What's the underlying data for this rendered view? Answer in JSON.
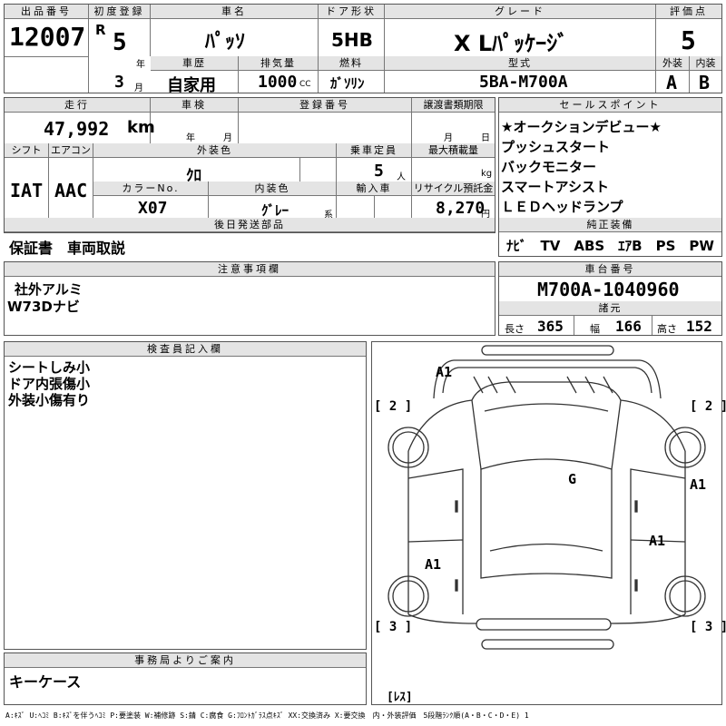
{
  "labels": {
    "lot_no": "出品番号",
    "first_reg": "初度登録",
    "car_name": "車名",
    "door": "ドア形状",
    "grade": "グレード",
    "score": "評価点",
    "year_unit": "年",
    "month_unit": "月",
    "history": "車歴",
    "displacement": "排気量",
    "fuel": "燃料",
    "model_code": "型式",
    "exterior": "外装",
    "interior": "内装",
    "mileage": "走行",
    "inspection": "車検",
    "reg_no": "登録番号",
    "transfer_doc": "譲渡書類期限",
    "sales_points": "セールスポイント",
    "shift": "シフト",
    "aircon": "エアコン",
    "ext_color": "外装色",
    "capacity": "乗車定員",
    "max_load": "最大積載量",
    "color_no": "カラーNo.",
    "int_color": "内装色",
    "import": "輸入車",
    "recycle": "リサイクル預託金",
    "later_parts": "後日発送部品",
    "genuine": "純正装備",
    "notes": "注意事項欄",
    "chassis_no": "車台番号",
    "specs": "諸元",
    "inspector": "検査員記入欄",
    "office": "事務局よりご案内",
    "length": "長さ",
    "width": "幅",
    "height": "高さ",
    "km_unit": "km",
    "cc_unit": "CC",
    "person_unit": "人",
    "kg_unit": "kg",
    "yen_unit": "円",
    "kei": "系",
    "insp_year": "年",
    "insp_month": "月",
    "doc_month": "月",
    "doc_day": "日"
  },
  "vehicle": {
    "lot_no": "12007",
    "era": "R",
    "first_reg_year": "5",
    "first_reg_month": "3",
    "car_name": "ﾊﾟｯｿ",
    "door": "5HB",
    "grade": "X Lﾊﾟｯｹｰｼﾞ",
    "score": "5",
    "history": "自家用",
    "displacement": "1000",
    "fuel": "ｶﾞｿﾘﾝ",
    "model_code": "5BA-M700A",
    "exterior_grade": "A",
    "interior_grade": "B",
    "mileage": "47,992",
    "shift": "IAT",
    "aircon": "AAC",
    "ext_color": "ｸﾛ",
    "capacity": "5",
    "color_no": "X07",
    "int_color": "ｸﾞﾚｰ",
    "recycle": "8,270",
    "chassis_no": "M700A-1040960",
    "length": "365",
    "width": "166",
    "height": "152"
  },
  "sales_points": [
    "★オークションデビュー★",
    "プッシュスタート",
    "バックモニター",
    "スマートアシスト",
    "ＬＥＤヘッドランプ"
  ],
  "genuine_equipment": "ﾅﾋﾞ　TV　ABS　ｴｱB　PS　PW",
  "later_parts": "保証書　車両取説",
  "notes": [
    "社外アルミ",
    "W73Dナビ"
  ],
  "inspector_notes": [
    "シートしみ小",
    "ドア内張傷小",
    "外装小傷有り"
  ],
  "office_notes": "キーケース",
  "diagram": {
    "marks": [
      "A1",
      "A1",
      "G",
      "A1",
      "A1"
    ],
    "tires": [
      "[ 2 ]",
      "[ 2 ]",
      "[ 3 ]",
      "[ 3 ]"
    ],
    "spare": "[ﾚｽ]"
  },
  "legend": "A:ｷｽﾞ U:ﾍｺﾐ B:ｷｽﾞを伴うﾍｺﾐ P:要塗装 W:補修跡 S:錆 C:腐食 G:ﾌﾛﾝﾄｶﾞﾗｽ点ｷｽﾞ XX:交換済み X:要交換　内・外装評価　5段階ﾗﾝｸ順(A・B・C・D・E) 1"
}
